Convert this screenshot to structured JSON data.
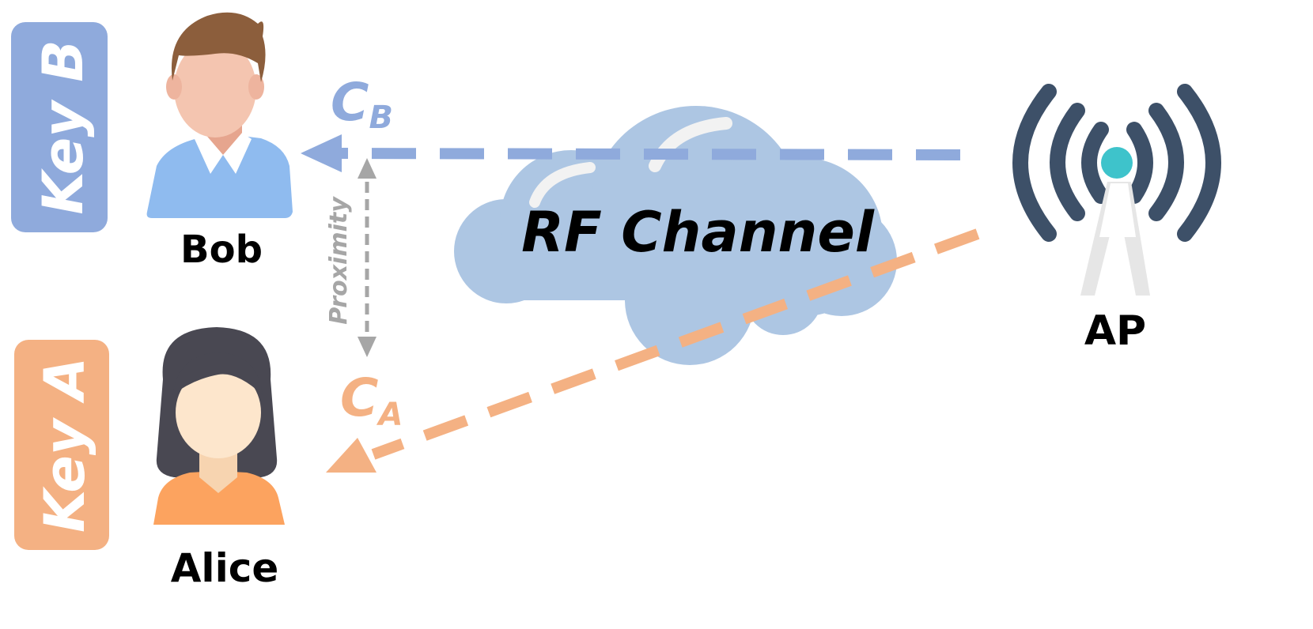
{
  "keys": {
    "bob_key": "Key B",
    "alice_key": "Key A"
  },
  "people": {
    "bob": "Bob",
    "alice": "Alice"
  },
  "access_point": "AP",
  "channel": "RF Channel",
  "proximity": "Proximity",
  "signals": {
    "bob": {
      "base": "C",
      "sub": "B"
    },
    "alice": {
      "base": "C",
      "sub": "A"
    }
  },
  "colors": {
    "blue": "#8faadc",
    "orange": "#f4b183",
    "gray": "#a6a6a6",
    "cloud": "#adc6e3",
    "ap_arcs": "#3d5068",
    "ap_dot": "#3ec3cb",
    "bob_hair": "#8c5e3c",
    "bob_skin": "#f4c5b0",
    "bob_shirt": "#8fbbef",
    "alice_hair": "#494852",
    "alice_skin": "#fde6cc",
    "alice_shirt": "#fca35f"
  }
}
